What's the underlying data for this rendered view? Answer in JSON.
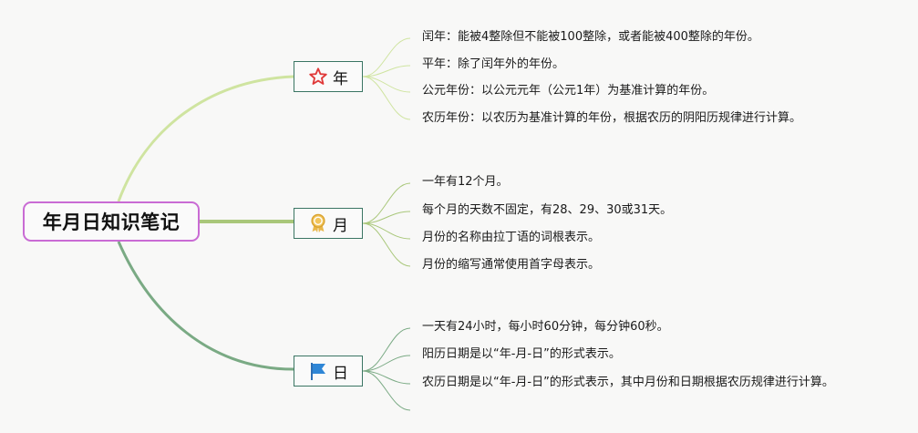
{
  "root": {
    "label": "年月日知识笔记"
  },
  "branches": [
    {
      "label": "年",
      "icon": "star-icon",
      "color": "#cfe4a0",
      "items": [
        "闰年：能被4整除但不能被100整除，或者能被400整除的年份。",
        "平年：除了闰年外的年份。",
        "公元年份：以公元元年（公元1年）为基准计算的年份。",
        "农历年份：以农历为基准计算的年份，根据农历的阴阳历规律进行计算。"
      ]
    },
    {
      "label": "月",
      "icon": "medal-icon",
      "color": "#a9c77a",
      "items": [
        "一年有12个月。",
        "每个月的天数不固定，有28、29、30或31天。",
        "月份的名称由拉丁语的词根表示。",
        "月份的缩写通常使用首字母表示。"
      ]
    },
    {
      "label": "日",
      "icon": "flag-icon",
      "color": "#7aaa84",
      "items": [
        "一天有24小时，每小时60分钟，每分钟60秒。",
        "阳历日期是以“年-月-日”的形式表示。",
        "农历日期是以“年-月-日”的形式表示，其中月份和日期根据农历规律进行计算。"
      ]
    }
  ],
  "colors": {
    "root_border": "#c96bd4",
    "topic_border": "#3a7563",
    "background": "#f8f8f7"
  }
}
